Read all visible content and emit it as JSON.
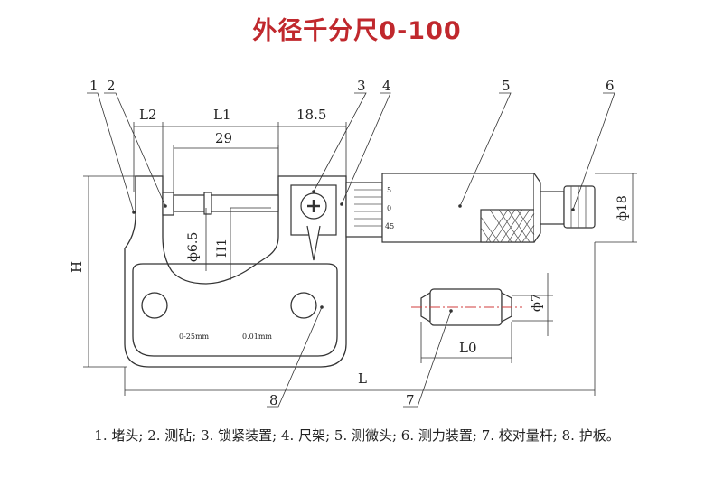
{
  "title": "外径千分尺0-100",
  "colors": {
    "title": "#c0282d",
    "line": "#333333",
    "red_axis": "#d23c3c"
  },
  "callouts": [
    "1",
    "2",
    "3",
    "4",
    "5",
    "6",
    "7",
    "8"
  ],
  "dimensions": {
    "L2": "L2",
    "L1": "L1",
    "d18_5": "18.5",
    "d29": "29",
    "H": "H",
    "H1": "H1",
    "phi6_5": "ф6.5",
    "phi18": "ф18",
    "phi7": "ф7",
    "L0": "L0",
    "L": "L"
  },
  "frame_marks": {
    "range": "0-25mm",
    "resolution": "0.01mm"
  },
  "thimble_scale": [
    "5",
    "0",
    "45"
  ],
  "legend": "1. 堵头; 2. 测砧; 3. 锁紧装置; 4. 尺架; 5. 测微头; 6. 测力装置; 7. 校对量杆; 8. 护板。"
}
